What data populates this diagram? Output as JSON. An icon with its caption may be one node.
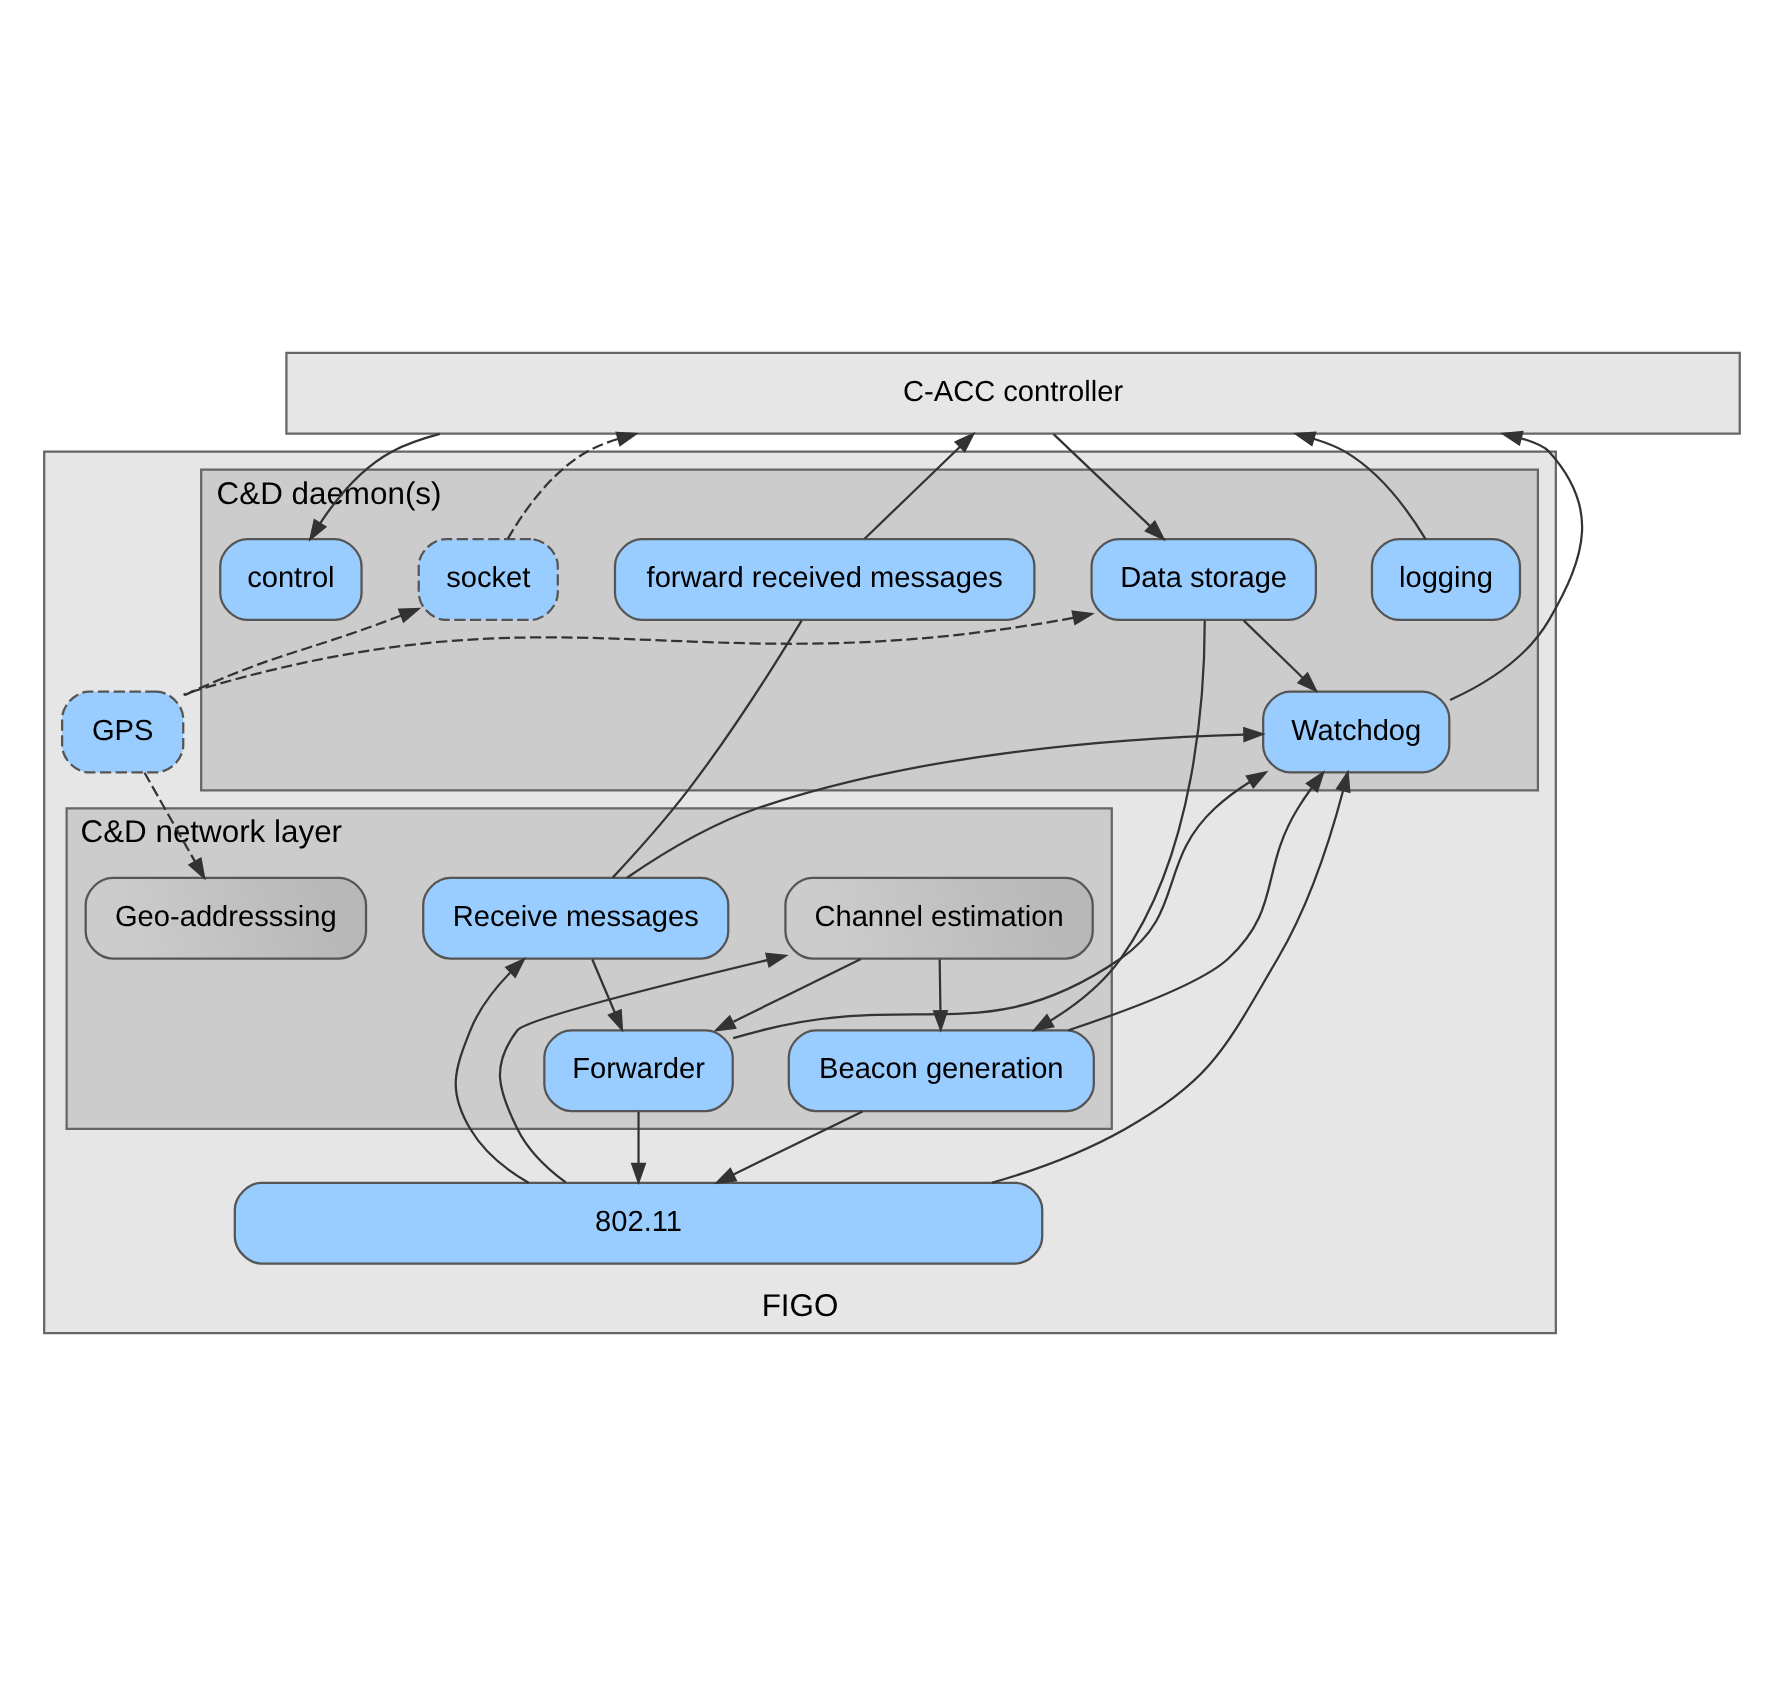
{
  "diagram": {
    "nodes": [
      {
        "text": [
          "C-ACC controller"
        ]
      },
      {
        "text": [
          "FIGO"
        ]
      },
      {
        "text": [
          "C&D daemon(s)"
        ],
        "in": 1
      },
      {
        "text": [
          "socket"
        ],
        "in": 2
      },
      {
        "text": [
          "control"
        ],
        "in": 2
      },
      {
        "text": [
          "logging"
        ],
        "in": 2
      },
      {
        "text": [
          "forward received messages"
        ],
        "in": 2
      },
      {
        "text": [
          "Watchdog"
        ],
        "in": 2
      },
      {
        "text": [
          "Data storage"
        ],
        "in": 2
      },
      {
        "text": [
          "C&D network layer"
        ],
        "in": 1
      },
      {
        "text": [
          "Geo-addresssing"
        ],
        "in": 9
      },
      {
        "text": [
          "Beacon generation"
        ],
        "in": 9
      },
      {
        "text": [
          "Forwarder"
        ],
        "in": 9
      },
      {
        "text": [
          "Receive messages"
        ],
        "in": 9
      },
      {
        "text": [
          "Channel estimation"
        ],
        "in": 9
      },
      {
        "text": [
          "GPS"
        ],
        "in": 1
      },
      {
        "text": [
          "802.11"
        ],
        "in": 1
      }
    ],
    "edges": [
      {
        "from": 3,
        "to": 0,
        "arrow": "to",
        "style": "dashed"
      },
      {
        "from": 0,
        "to": 4,
        "arrow": "to"
      },
      {
        "from": 0,
        "to": 8,
        "arrow": "to"
      },
      {
        "from": 5,
        "to": 0,
        "arrow": "to"
      },
      {
        "from": 6,
        "to": 0,
        "arrow": "to"
      },
      {
        "from": 7,
        "to": 0,
        "arrow": "to"
      },
      {
        "from": 15,
        "to": 3,
        "arrow": "to",
        "style": "dashed"
      },
      {
        "from": 15,
        "to": 8,
        "arrow": "to",
        "style": "dashed"
      },
      {
        "from": 15,
        "to": 10,
        "arrow": "to",
        "style": "dashed"
      },
      {
        "from": 8,
        "to": 7,
        "arrow": "to"
      },
      {
        "from": 8,
        "to": 11,
        "arrow": "to"
      },
      {
        "from": 11,
        "to": 7,
        "arrow": "to"
      },
      {
        "from": 12,
        "to": 7,
        "arrow": "to"
      },
      {
        "from": 13,
        "to": 6,
        "arrow": "none"
      },
      {
        "from": 13,
        "to": 7,
        "arrow": "to"
      },
      {
        "from": 13,
        "to": 12,
        "arrow": "to"
      },
      {
        "from": 14,
        "to": 11,
        "arrow": "to"
      },
      {
        "from": 14,
        "to": 12,
        "arrow": "to"
      },
      {
        "from": 11,
        "to": 16,
        "arrow": "to"
      },
      {
        "from": 12,
        "to": 16,
        "arrow": "to"
      },
      {
        "from": 16,
        "to": 14,
        "arrow": "to"
      },
      {
        "from": 16,
        "to": 13,
        "arrow": "to"
      },
      {
        "from": 16,
        "to": 7,
        "arrow": "to"
      }
    ]
  }
}
